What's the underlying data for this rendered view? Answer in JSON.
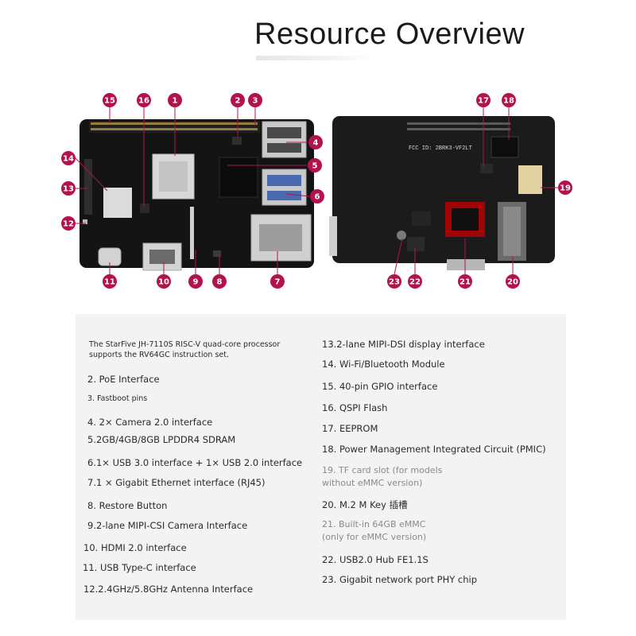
{
  "title": "Resource Overview",
  "accent_color": "#b3124f",
  "board": {
    "fcc_id": "FCC ID: 2BRK3-VF2LT"
  },
  "callouts": [
    "1",
    "2",
    "3",
    "4",
    "5",
    "6",
    "7",
    "8",
    "9",
    "10",
    "11",
    "12",
    "13",
    "14",
    "15",
    "16",
    "17",
    "18",
    "19",
    "20",
    "21",
    "22",
    "23"
  ],
  "left_items": [
    "The StarFive JH-7110S RISC-V quad-core processor",
    "supports the RV64GC instruction set.",
    "2. PoE Interface",
    "3. Fastboot pins",
    "4. 2× Camera 2.0 interface",
    "5.2GB/4GB/8GB LPDDR4 SDRAM",
    "6.1× USB 3.0 interface + 1× USB 2.0 interface",
    "7.1 × Gigabit Ethernet interface (RJ45)",
    "8. Restore Button",
    "9.2-lane MIPI-CSI Camera Interface",
    "10. HDMI 2.0 interface",
    "11. USB Type-C interface",
    "12.2.4GHz/5.8GHz Antenna Interface"
  ],
  "right_items": [
    "13.2-lane MIPI-DSI display interface",
    "14. Wi-Fi/Bluetooth Module",
    "15. 40-pin GPIO interface",
    "16. QSPI Flash",
    "17. EEPROM",
    "18. Power Management Integrated Circuit (PMIC)",
    "19. TF card slot (for models",
    "without eMMC version)",
    "20. M.2 M Key 插槽",
    "21. Built-in 64GB eMMC",
    "(only for eMMC version)",
    "22. USB2.0 Hub FE1.1S",
    "23. Gigabit network port PHY chip"
  ]
}
